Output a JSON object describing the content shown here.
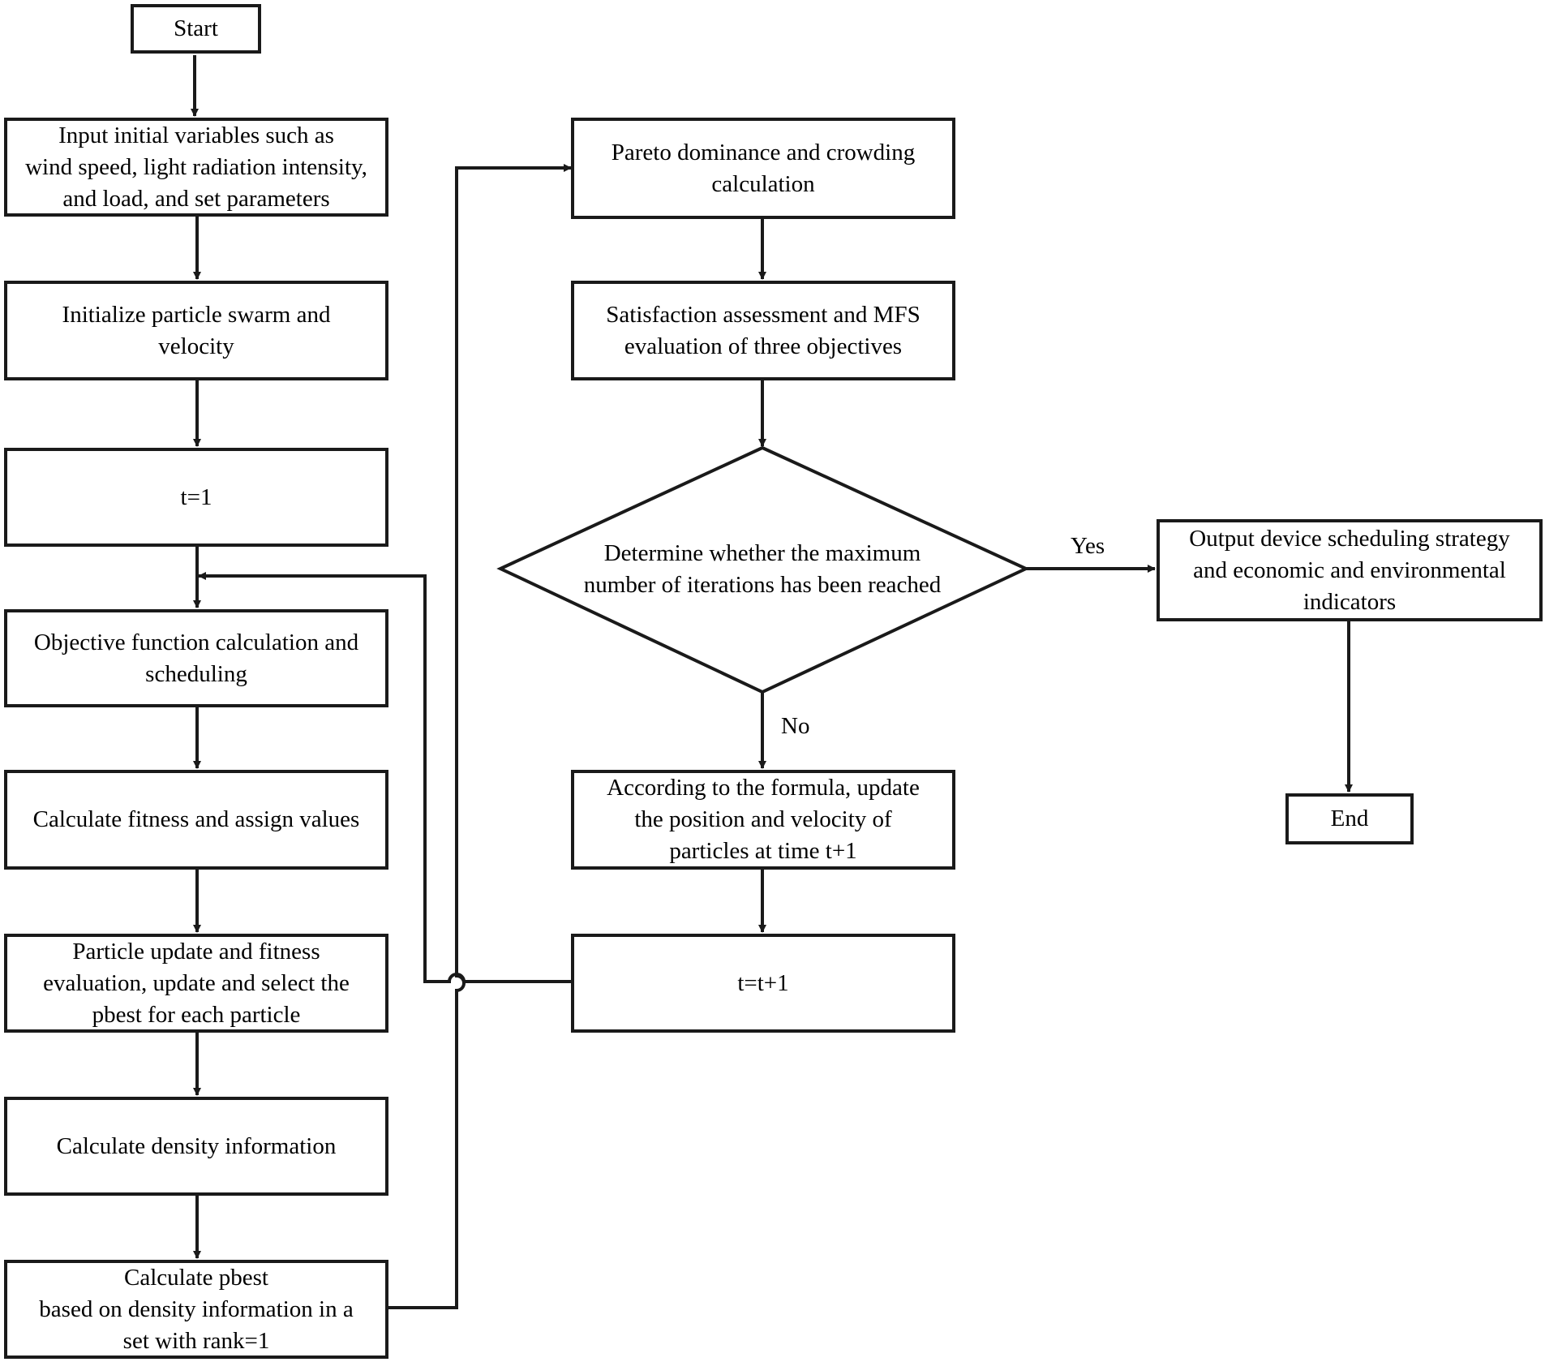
{
  "nodes": {
    "start": "Start",
    "input": "Input initial variables such as\nwind speed, light radiation intensity,\nand load, and set parameters",
    "init": "Initialize particle swarm and\nvelocity",
    "t1": "t=1",
    "objective": "Objective function calculation and\nscheduling",
    "fitness": "Calculate fitness and assign values",
    "update": "Particle update and fitness\nevaluation, update and select the\npbest for each particle",
    "density": "Calculate density information",
    "pbest": "Calculate pbest\nbased on density information in a\nset with rank=1",
    "pareto": "Pareto dominance and crowding\ncalculation",
    "satisfaction": "Satisfaction assessment and MFS\nevaluation of three objectives",
    "decision": "Determine whether the maximum\nnumber of iterations has been reached",
    "formula": "According to the formula, update\nthe position and velocity of\nparticles at time t+1",
    "tinc": "t=t+1",
    "output": "Output device scheduling strategy\nand economic and environmental\nindicators",
    "end": "End"
  },
  "edge_labels": {
    "yes": "Yes",
    "no": "No"
  },
  "colors": {
    "stroke": "#1a1a1a",
    "background": "#ffffff"
  }
}
